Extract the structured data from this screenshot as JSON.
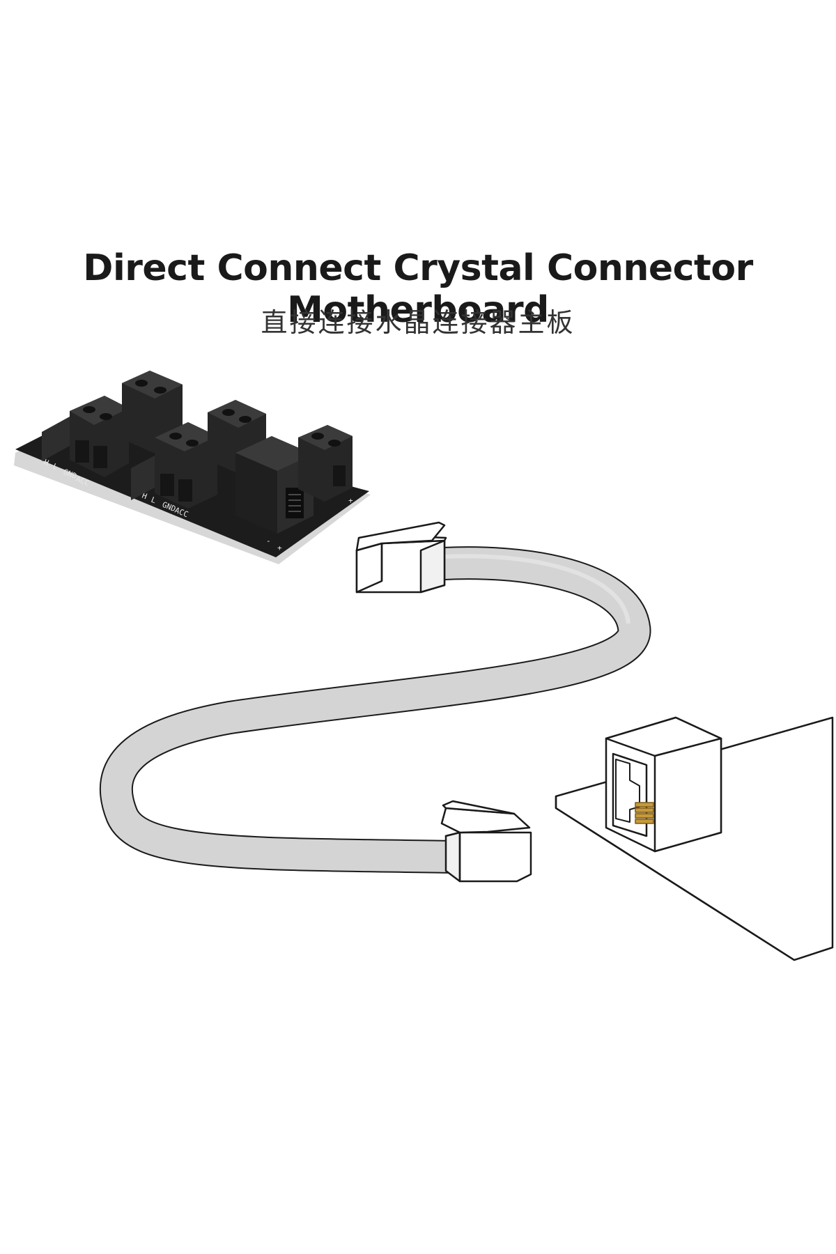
{
  "title": "Direct Connect Crystal Connector Motherboard",
  "subtitle": "直接连接水晶连接器主板",
  "colors": {
    "pcb": "#1c1c1c",
    "pcb_edge": "#d7d7d7",
    "terminal": "#2a2a2a",
    "cable": "#d4d4d4",
    "outline": "#1a1a1a",
    "contacts": "#c79a3a"
  },
  "pcb_labels": [
    "ACC",
    "GND",
    "L",
    "H",
    "ACC",
    "GND",
    "L",
    "H",
    "+",
    "-",
    "+",
    "-"
  ]
}
